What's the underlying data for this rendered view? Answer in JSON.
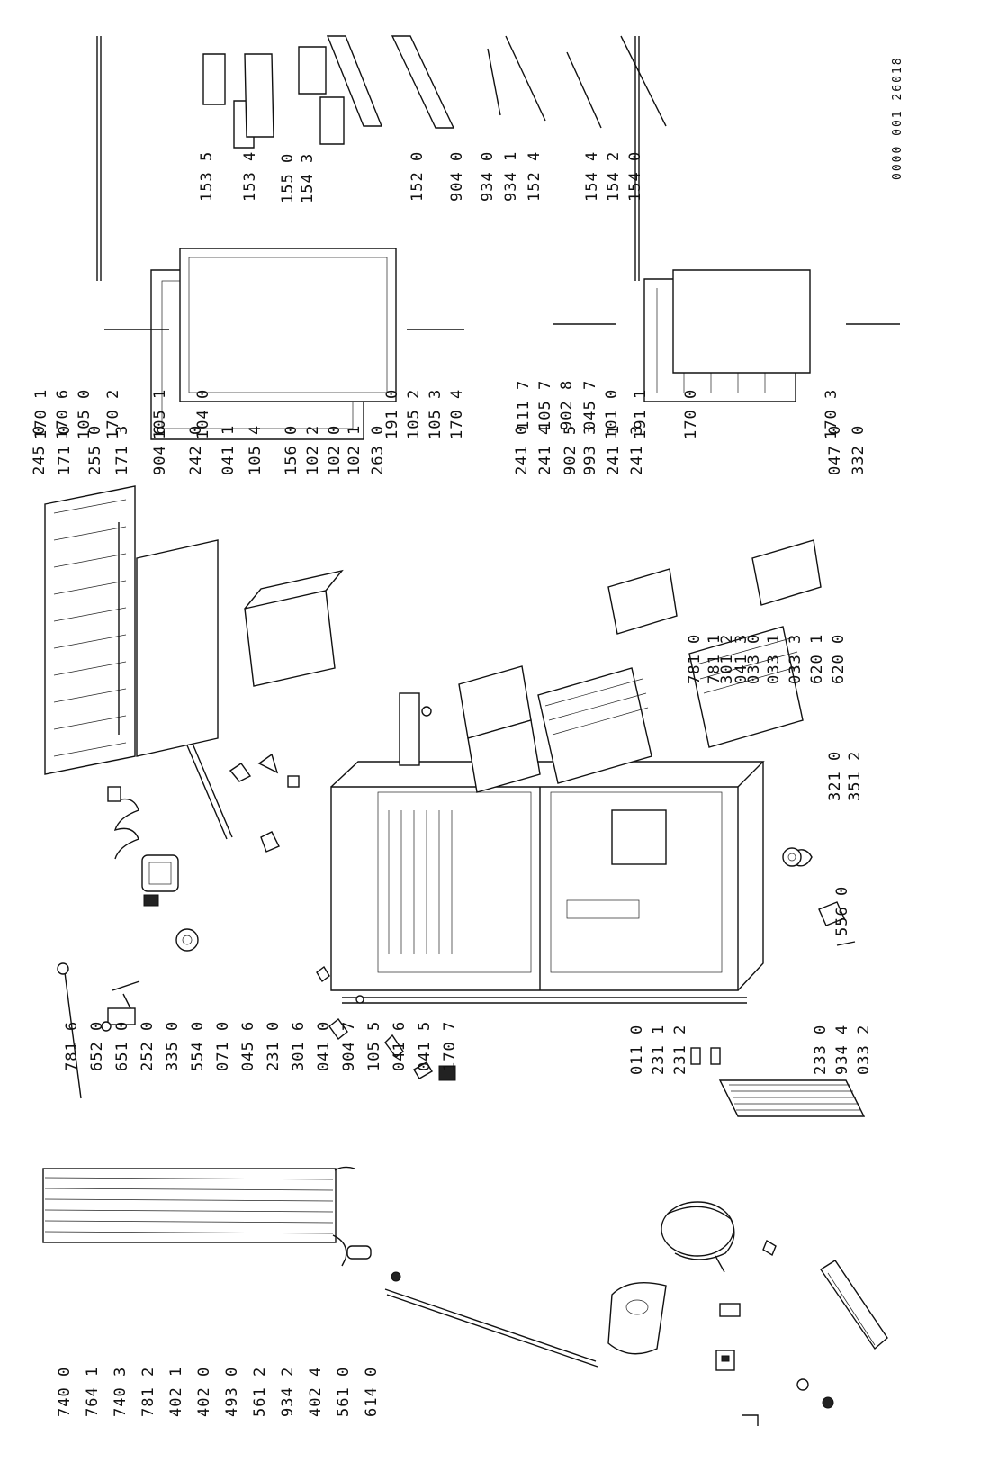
{
  "document_number": "0000 001 26018",
  "label_groups": {
    "left_bottom": [
      "740 0",
      "764 1",
      "740 3",
      "781 2",
      "402 1",
      "402 0",
      "493 0",
      "561 2",
      "934 2",
      "402 4",
      "561 0",
      "614 0"
    ],
    "middle_bottom": [
      "781 6",
      "652 0",
      "651 0",
      "252 0",
      "335 0",
      "554 0",
      "071 0",
      "045 6",
      "231 0",
      "301 6",
      "041 0",
      "904 7",
      "105 5",
      "041 6",
      "041 5",
      "170 7"
    ],
    "lower_right_bottom": [
      "011 0",
      "231 1",
      "231 2",
      "233 0",
      "934 4",
      "033 2",
      "556 0"
    ],
    "column_a": [
      "245 0",
      "171 0",
      "255 0",
      "171 3",
      "904 6",
      "242 0",
      "041 1",
      "105 4",
      "156 0",
      "102 2",
      "102 0",
      "102 1",
      "263 0",
      "241 0",
      "241 4",
      "902 5",
      "993 3",
      "241 1",
      "241 3",
      "047 0",
      "332 0"
    ],
    "cluster_small_middle": [
      "781 0",
      "781 1",
      "301 2",
      "041 3",
      "033 0",
      "033 1",
      "033 3",
      "620 1",
      "620 0",
      "321 0",
      "351 2"
    ],
    "column_b": [
      "170 1",
      "170 6",
      "105 0",
      "170 2",
      "105 1",
      "104 0",
      "191 0",
      "105 2",
      "105 3",
      "170 4",
      "111 7",
      "105 7",
      "902 8",
      "045 7",
      "101 0",
      "191 1",
      "170 0",
      "170 3"
    ],
    "top_right": [
      "153 5",
      "153 4",
      "155 0",
      "154 3",
      "152 0",
      "904 0",
      "934 0",
      "934 1",
      "152 4",
      "154 4",
      "154 2",
      "154 0"
    ]
  }
}
